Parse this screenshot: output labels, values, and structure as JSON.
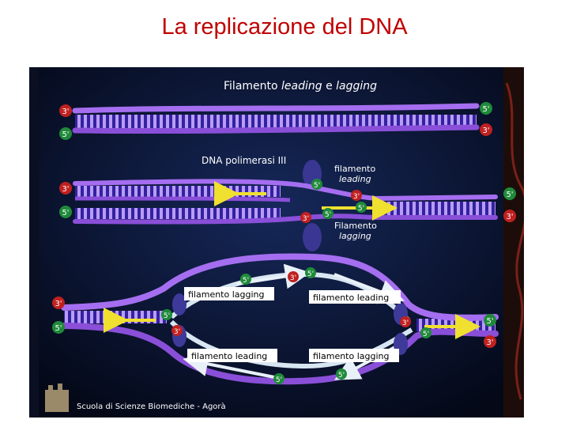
{
  "slide_title": "La replicazione del DNA",
  "panel": {
    "heading_pre": "Filamento ",
    "heading_leading": "leading",
    "heading_mid": " e ",
    "heading_lagging": "lagging",
    "polymerase_label": "DNA polimerasi III",
    "filamento_word": "filamento",
    "Filamento_word": "Filamento",
    "leading_word": "leading",
    "lagging_word": "lagging",
    "label_lagging_top": "filamento lagging",
    "label_leading_top": "filamento leading",
    "label_leading_bottom": "filamento leading",
    "label_lagging_bottom": "filamento lagging",
    "footer": "Scuola di Scienze Biomediche - Agorà",
    "end_3": "3'",
    "end_5": "5'"
  },
  "colors": {
    "title": "#c00000",
    "strand": "#8a4fd8",
    "rung": "#3a2aa0",
    "three_prime": "#c02020",
    "five_prime": "#1f8a3a",
    "arrow": "#f0e030",
    "new_strand": "#d8e6f2"
  }
}
